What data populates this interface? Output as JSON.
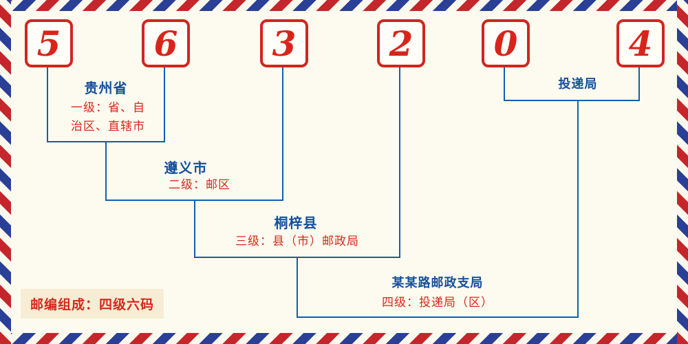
{
  "postal_code": {
    "digits": [
      "5",
      "6",
      "3",
      "2",
      "0",
      "4"
    ]
  },
  "hierarchy": {
    "level1": {
      "name": "贵州省",
      "desc_line1": "一级：省、自",
      "desc_line2": "治区、直辖市"
    },
    "level2": {
      "name": "遵义市",
      "desc": "二级：邮区"
    },
    "level3": {
      "name": "桐梓县",
      "desc": "三级：县（市）邮政局"
    },
    "level4": {
      "name": "某某路邮政支局",
      "desc": "四级：投递局（区）"
    },
    "delivery": {
      "name": "投递局"
    }
  },
  "footer": {
    "composition": "邮编组成：四级六码"
  },
  "colors": {
    "digit_red": "#d8251b",
    "line_blue": "#0e5fae",
    "label_blue": "#154f9c",
    "text_red": "#d5281c",
    "background": "#fdfbef",
    "stripe_red": "#c4262b",
    "stripe_blue": "#2a3f96"
  }
}
